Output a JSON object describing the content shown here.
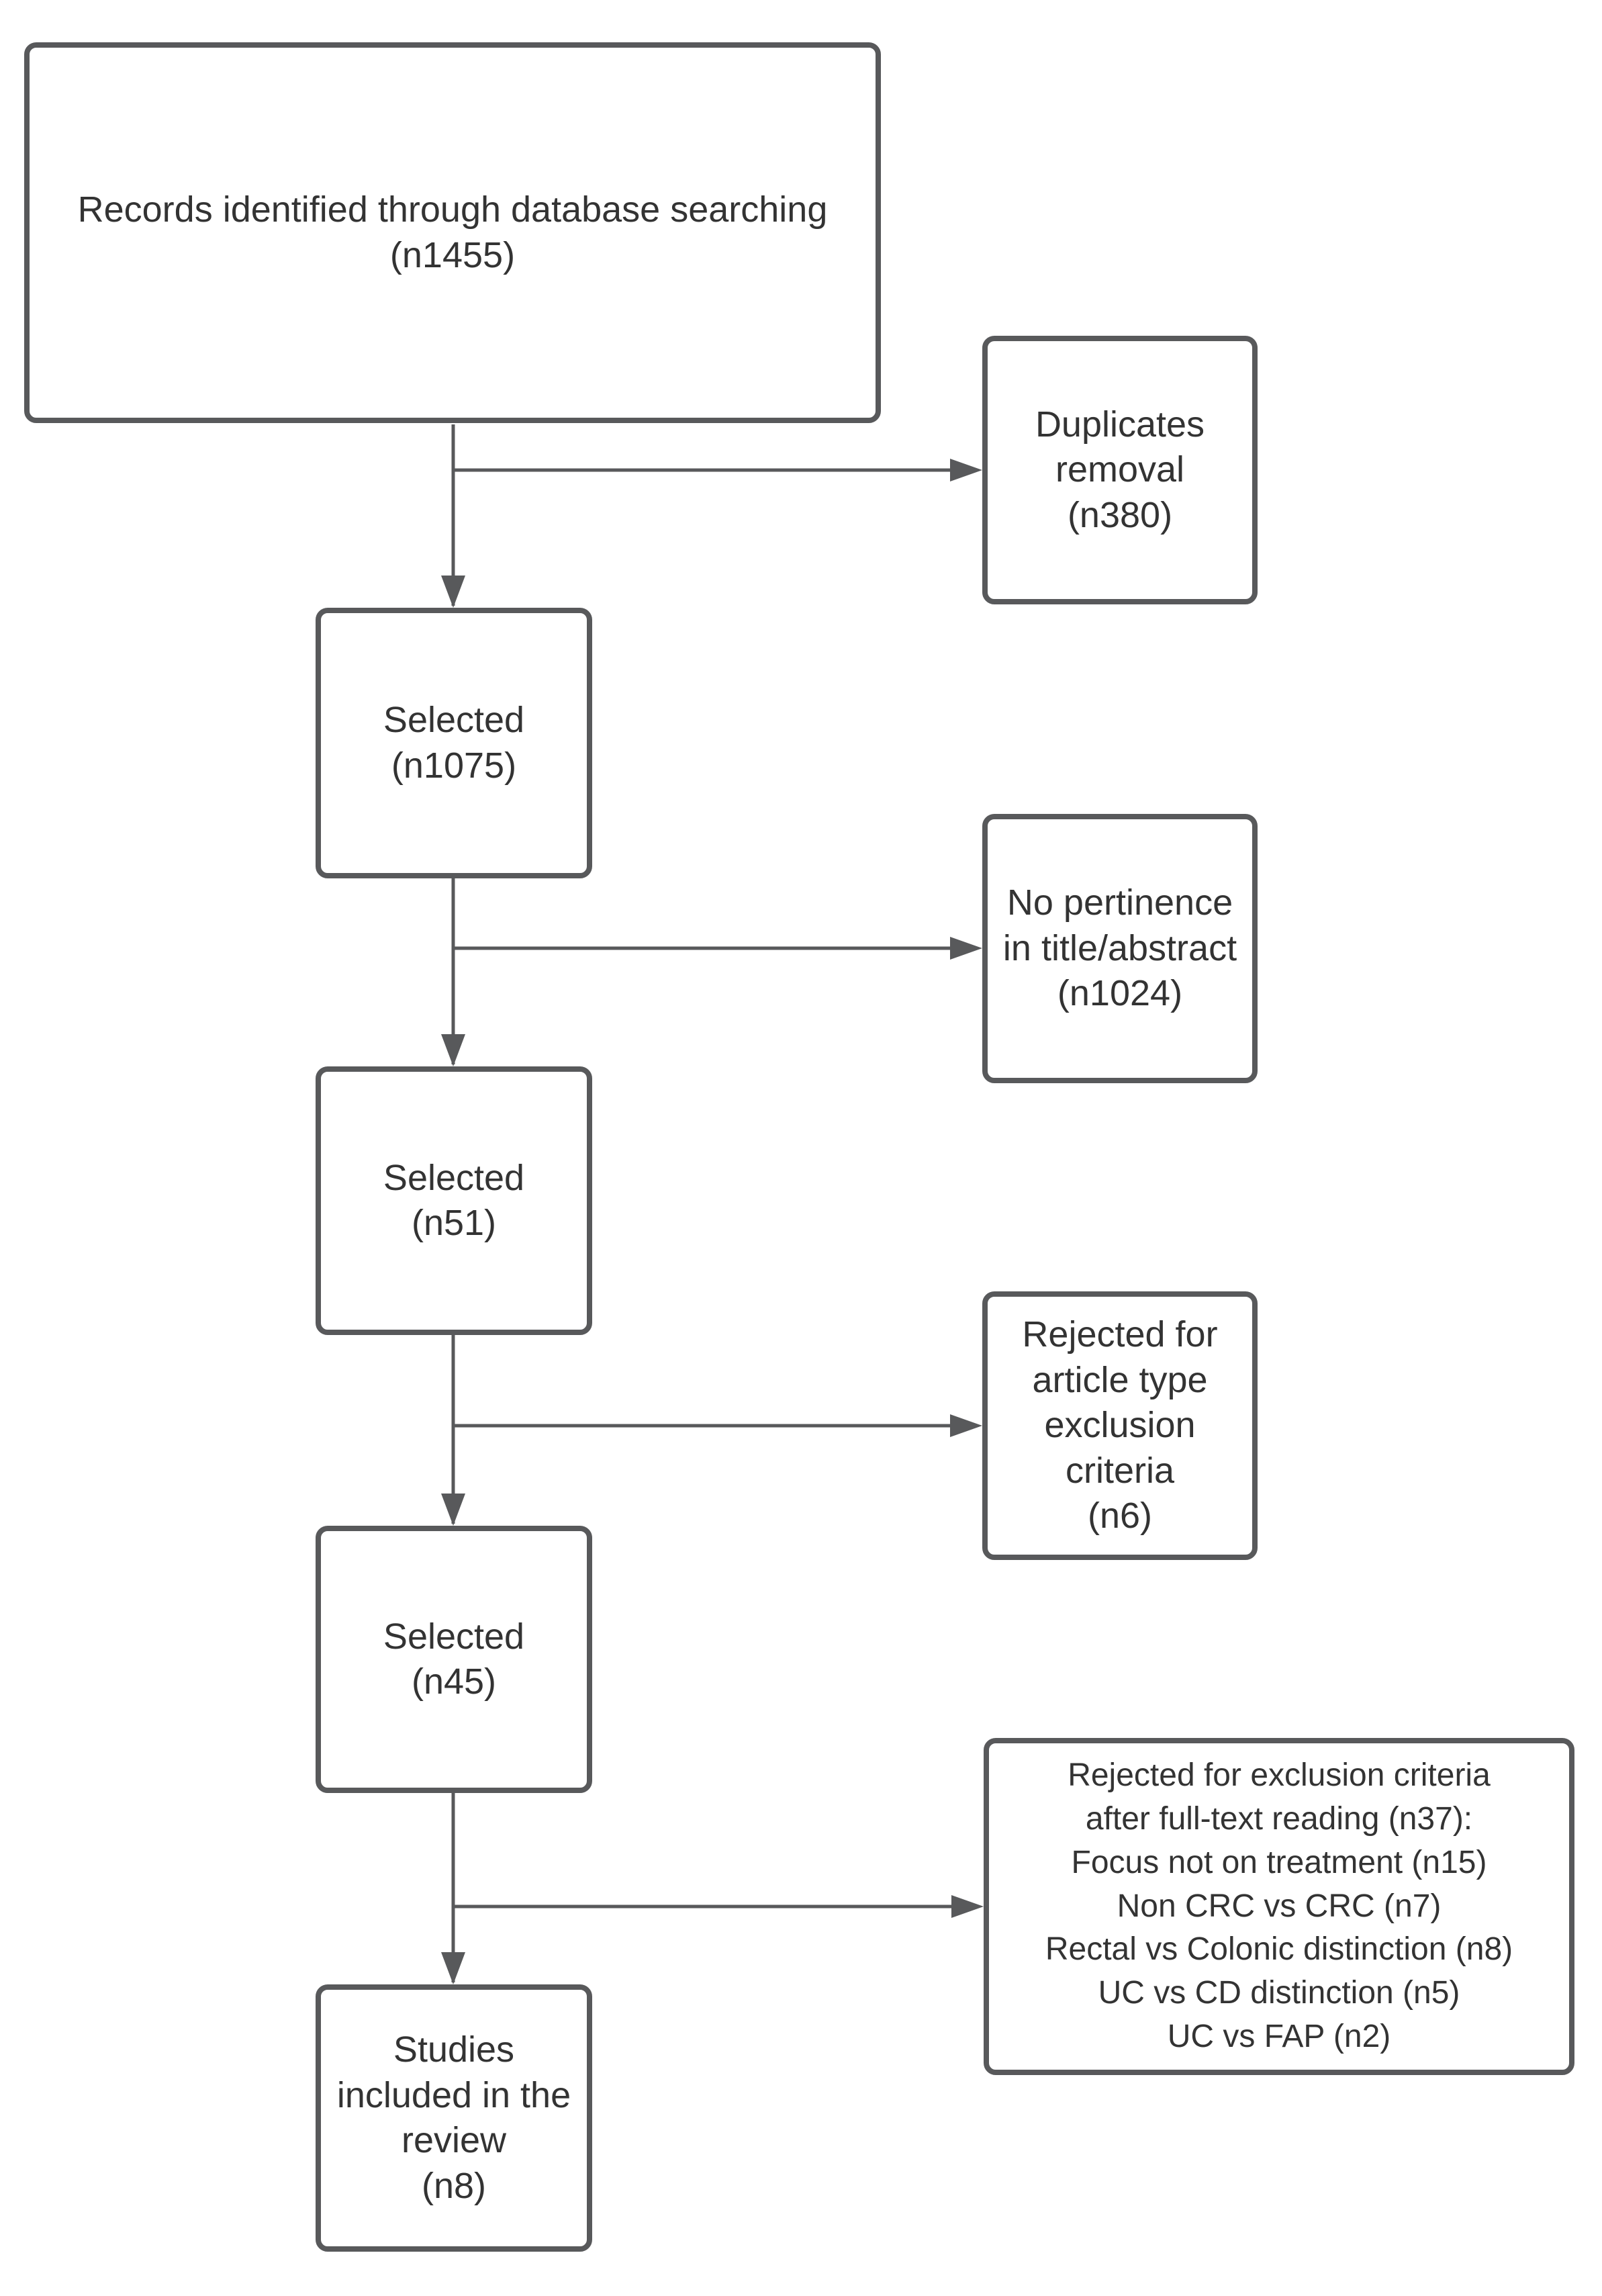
{
  "diagram": {
    "kind": "study-selection-flowchart",
    "nodes": {
      "records": {
        "text": "Records identified through database searching\n(n1455)"
      },
      "duplicates_removal": {
        "text": "Duplicates\nremoval\n(n380)"
      },
      "selected_first": {
        "text": "Selected\n(n1075)"
      },
      "no_pertinence": {
        "text": "No pertinence\nin title/abstract\n(n1024)"
      },
      "selected_second": {
        "text": "Selected\n(n51)"
      },
      "rejected_article_type": {
        "text": "Rejected for\narticle type\nexclusion\ncriteria\n(n6)"
      },
      "selected_third": {
        "text": "Selected\n(n45)"
      },
      "rejected_full_text": {
        "text": "Rejected for exclusion criteria\nafter full-text reading (n37):\nFocus not on treatment (n15)\nNon CRC vs CRC (n7)\nRectal vs Colonic distinction (n8)\nUC vs CD distinction (n5)\nUC vs FAP (n2)"
      },
      "included": {
        "text": "Studies\nincluded in the\nreview\n(n8)"
      }
    }
  },
  "colors": {
    "box_border": "#58595b",
    "arrow": "#58595b",
    "text": "#333333",
    "background": "#ffffff"
  }
}
